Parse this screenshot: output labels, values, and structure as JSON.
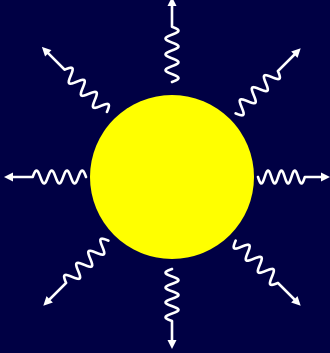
{
  "colors": {
    "background": "#000044",
    "sun_fill": "#ffff00",
    "ray_stroke": "#ffffff"
  },
  "icons": {
    "sun": "sun-icon",
    "ray": "wavy-arrow-icon"
  },
  "rays": [
    {
      "name": "ray-up"
    },
    {
      "name": "ray-up-right"
    },
    {
      "name": "ray-right"
    },
    {
      "name": "ray-down-right"
    },
    {
      "name": "ray-down"
    },
    {
      "name": "ray-down-left"
    },
    {
      "name": "ray-left"
    },
    {
      "name": "ray-up-left"
    }
  ]
}
